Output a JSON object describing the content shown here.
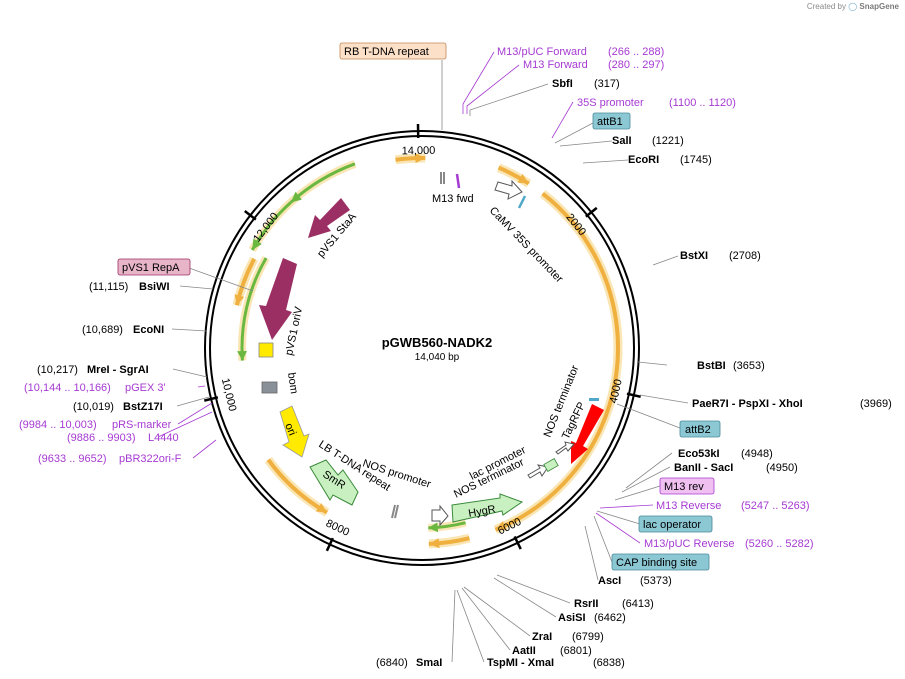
{
  "credit": {
    "created_by": "Created by",
    "brand": "SnapGene"
  },
  "plasmid": {
    "name": "pGWB560-NADK2",
    "size_label": "14,040 bp",
    "length": 14040
  },
  "ticks": [
    "2000",
    "4000",
    "6000",
    "8000",
    "10,000",
    "12,000",
    "14,000"
  ],
  "tick_positions": [
    2000,
    4000,
    6000,
    8000,
    10000,
    12000,
    14000
  ],
  "colors": {
    "orange_feature": "#f0b040",
    "green_feature": "#6ab840",
    "purple_feature": "#9b2f63",
    "red_feature": "#ff0000",
    "light_green": "#c8f0c0",
    "yellow": "#ffea00",
    "grey": "#8a9097",
    "primer": "#a63ad2",
    "teal_label": "#8cc8d4",
    "pink_label": "#e8b5c8",
    "peach_label": "#fde0c8"
  },
  "sites_right": [
    {
      "name": "SbfI",
      "pos": "(317)"
    },
    {
      "name": "SalI",
      "pos": "(1221)"
    },
    {
      "name": "EcoRI",
      "pos": "(1745)"
    },
    {
      "name": "BstXI",
      "pos": "(2708)"
    },
    {
      "name": "BstBI",
      "pos": "(3653)"
    },
    {
      "name": "PaeR7I - PspXI - XhoI",
      "pos": "(3969)"
    },
    {
      "name": "Eco53kI",
      "pos": "(4948)"
    },
    {
      "name": "BanII - SacI",
      "pos": "(4950)"
    },
    {
      "name": "AscI",
      "pos": "(5373)"
    },
    {
      "name": "RsrII",
      "pos": "(6413)"
    },
    {
      "name": "AsiSI",
      "pos": "(6462)"
    },
    {
      "name": "ZraI",
      "pos": "(6799)"
    },
    {
      "name": "AatII",
      "pos": "(6801)"
    },
    {
      "name": "TspMI - XmaI",
      "pos": "(6838)"
    }
  ],
  "sites_left": [
    {
      "name": "SmaI",
      "pos": "(6840)"
    },
    {
      "name": "BsiWI",
      "pos": "(11,115)"
    },
    {
      "name": "EcoNI",
      "pos": "(10,689)"
    },
    {
      "name": "MreI - SgrAI",
      "pos": "(10,217)"
    },
    {
      "name": "BstZ17I",
      "pos": "(10,019)"
    }
  ],
  "primers_right": [
    {
      "name": "M13/pUC Forward",
      "range": "(266 .. 288)"
    },
    {
      "name": "M13 Forward",
      "range": "(280 .. 297)"
    },
    {
      "name": "35S promoter",
      "range": "(1100 .. 1120)"
    },
    {
      "name": "M13 Reverse",
      "range": "(5247 .. 5263)"
    },
    {
      "name": "M13/pUC Reverse",
      "range": "(5260 .. 5282)"
    }
  ],
  "primers_left": [
    {
      "name": "pGEX 3'",
      "range": "(10,144 .. 10,166)"
    },
    {
      "name": "pRS-marker",
      "range": "(9984 .. 10,003)"
    },
    {
      "name": "L4440",
      "range": "(9886 .. 9903)"
    },
    {
      "name": "pBR322ori-F",
      "range": "(9633 .. 9652)"
    }
  ],
  "boxed_labels": {
    "rb": "RB T-DNA repeat",
    "attb1": "attB1",
    "attb2": "attB2",
    "m13rev": "M13 rev",
    "lacop": "lac operator",
    "cap": "CAP binding site",
    "pvs1repa": "pVS1 RepA"
  },
  "features": {
    "m13fwd": "M13 fwd",
    "camv": "CaMV 35S promoter",
    "pvs1sta": "pVS1 StaA",
    "pvs1oriv": "pVS1 oriV",
    "bom": "bom",
    "ori": "ori",
    "smr": "SmR",
    "lb": "LB T-DNA repeat",
    "nosprom": "NOS promoter",
    "hygr": "HygR",
    "nosterm1": "NOS terminator",
    "lacprom": "lac promoter",
    "nosterm2": "NOS terminator",
    "tagrfp": "TagRFP"
  }
}
